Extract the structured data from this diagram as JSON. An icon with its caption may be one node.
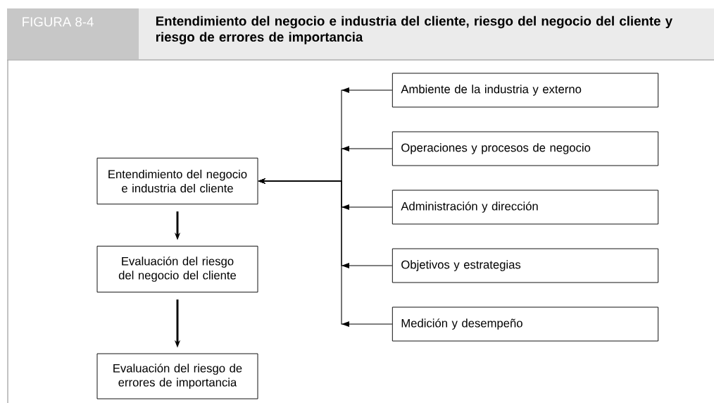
{
  "diagram": {
    "title": "Entendimiento del negocio e industria del cliente, riesgo del negocio del cliente y riesgo de errores de importancia",
    "nodes": [
      {
        "text": [
          "Entendimiento del negocio e industria del cliente"
        ]
      },
      {
        "text": [
          "Evaluación del riesgo del negocio del cliente"
        ]
      },
      {
        "text": [
          "Evaluación del riesgo de errores de importancia"
        ]
      },
      {
        "text": [
          "Ambiente de la industria y externo"
        ]
      },
      {
        "text": [
          "Operaciones y procesos de negocio"
        ]
      },
      {
        "text": [
          "Administración y dirección"
        ]
      },
      {
        "text": [
          "Objetivos y estrategias"
        ]
      },
      {
        "text": [
          "Medición y desempeño"
        ]
      }
    ],
    "edges": [
      {
        "from": 0,
        "to": 1,
        "arrow": "to",
        "style": "thick"
      },
      {
        "from": 1,
        "to": 2,
        "arrow": "to",
        "style": "thick"
      },
      {
        "from": 3,
        "to": 0,
        "arrow": "to"
      },
      {
        "from": 4,
        "to": 0,
        "arrow": "to"
      },
      {
        "from": 5,
        "to": 0,
        "arrow": "to"
      },
      {
        "from": 6,
        "to": 0,
        "arrow": "to"
      },
      {
        "from": 7,
        "to": 0,
        "arrow": "to"
      }
    ],
    "labels": [
      "FIGURA 8-4"
    ]
  }
}
